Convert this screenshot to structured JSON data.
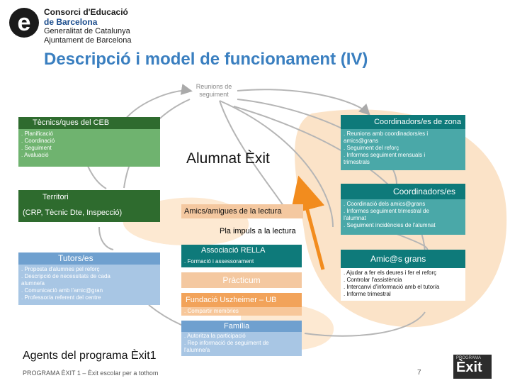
{
  "header": {
    "logo_letter": "e",
    "org_line1": "Consorci d'Educació",
    "org_line2": "de Barcelona",
    "org_line3": "Generalitat de Catalunya",
    "org_line4": "Ajuntament de Barcelona",
    "title": "Descripció i model de funcionament (IV)"
  },
  "diagram": {
    "reunions": [
      "Reunions de",
      "seguiment"
    ],
    "center_label": "Alumnat Èxit",
    "tecnics": {
      "title": "Tècnics/ques del CEB",
      "items": [
        ". Planificació",
        ". Coordinació",
        ". Seguiment",
        ". Avaluació"
      ]
    },
    "coordinadors_zona": {
      "title": "Coordinadors/es de zona",
      "items": [
        ". Reunions amb coordinadors/es i",
        "amics@grans",
        ". Seguiment del reforç",
        ". Informes seguiment mensuals i",
        "trimestrals"
      ]
    },
    "territori": {
      "title": "Territori",
      "subtitle": "(CRP, Tècnic Dte, Inspecció)"
    },
    "coordinadors": {
      "title": "Coordinadors/es",
      "items": [
        ". Coordinació dels amics@grans",
        ". Informes seguiment trimestral de",
        "l'alumnat",
        ". Seguiment incidències de l'alumnat"
      ]
    },
    "amics_lectura": "Amics/amigues de la lectura",
    "pla_lectura": "Pla impuls a la lectura",
    "rella": {
      "title": "Associació RELLA",
      "item": ". Formació i assessorament"
    },
    "tutors": {
      "title": "Tutors/es",
      "items": [
        ". Proposta d'alumnes pel reforç",
        ". Descripció de necessitats de cada",
        "alumne/a",
        ". Comunicació amb l'amic@gran",
        ". Professor/a referent del centre"
      ]
    },
    "amic_grans": {
      "title": "Amic@s grans",
      "items": [
        ". Ajudar a fer els deures i fer el reforç",
        ". Controlar l'assistència",
        ". Intercanvi d'informació amb el tutor/a",
        ". Informe trimestral"
      ]
    },
    "practicum": "Pràcticum",
    "uszheimer": {
      "title": "Fundació Uszheimer – UB",
      "item": ". Compartir memòries"
    },
    "familia": {
      "title": "Família",
      "items": [
        ". Autoritza la participació",
        ". Rep informació de seguiment de",
        "l'alumne/a"
      ]
    },
    "agents_label": "Agents del programa Èxit1"
  },
  "footer": {
    "text": "PROGRAMA ÈXIT 1 – Èxit escolar per a tothom",
    "page_number": "7",
    "exit_logo": "Èxit",
    "exit_logo_small": "PROGRAMA"
  },
  "colors": {
    "title": "#3a7fc0",
    "green_dark": "#2e6b2e",
    "green_light": "#6fb36f",
    "teal_dark": "#0e7a7a",
    "teal_light": "#4aa8a8",
    "blue_dark": "#6fa0cf",
    "blue_light": "#a8c6e4",
    "orange_arrow": "#f28c1e",
    "peach": "#fbe3c8"
  },
  "icons": {
    "logo_mark": "consorci-e-logo",
    "exit_logo": "exit-logo"
  }
}
